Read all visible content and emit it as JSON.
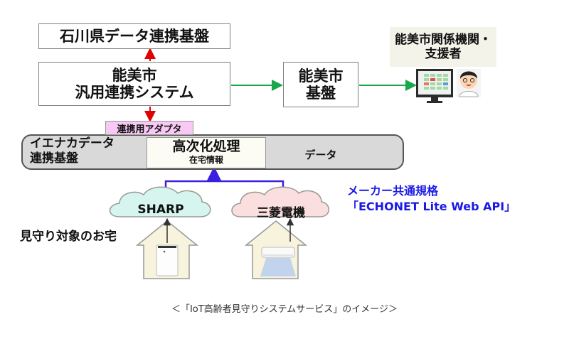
{
  "diagram": {
    "prefecture_platform": "石川県データ連携基盤",
    "nomi_system": {
      "line1": "能美市",
      "line2": "汎用連携システム"
    },
    "nomi_base": {
      "line1": "能美市",
      "line2": "基盤"
    },
    "stakeholders": {
      "line1": "能美市関係機関・",
      "line2": "支援者"
    },
    "adapter": "連携用アダプタ",
    "ienaka_platform": {
      "line1": "イエナカデータ",
      "line2": "連携基盤"
    },
    "processing": {
      "title": "高次化処理",
      "subtitle": "在宅情報"
    },
    "data_store": "データ",
    "clouds": [
      {
        "label": "SHARP",
        "color": "#d6f5ef"
      },
      {
        "label": "三菱電機",
        "color": "#fbdede"
      }
    ],
    "standard": {
      "line1": "メーカー共通規格",
      "line2": "「ECHONET Lite Web API」"
    },
    "homes_label": "見守り対象のお宅",
    "devices": [
      {
        "name": "air-purifier"
      },
      {
        "name": "air-conditioner"
      }
    ],
    "caption": "＜「IoT高齢者見守りシステムサービス」のイメージ＞"
  },
  "colors": {
    "red_arrow": "#e00000",
    "green_arrow": "#1aa64a",
    "blue_connector": "#3b1fe0",
    "standard_text": "#1a1ae6",
    "adapter_bg": "#f7c9f4",
    "house_fill": "#f7f3dc"
  }
}
